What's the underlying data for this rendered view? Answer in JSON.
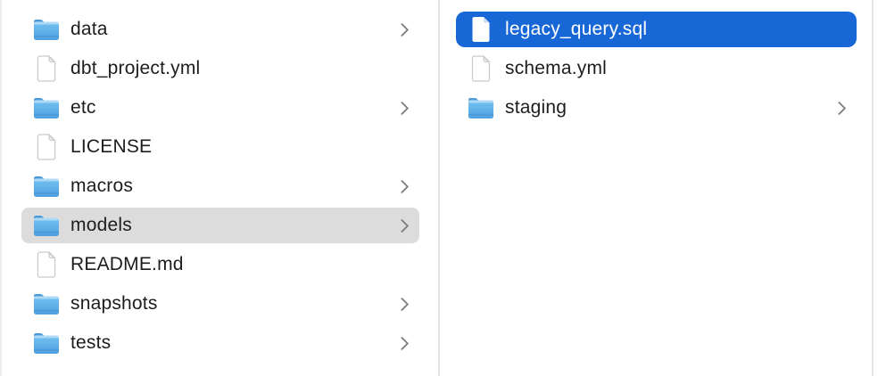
{
  "app": "finder-column-browser",
  "colors": {
    "background": "#ffffff",
    "divider": "#e6e6e6",
    "selection_active_blue": "#1767d6",
    "selection_inactive_gray": "#dcdcdc",
    "text": "#1d1d1f",
    "text_selected": "#ffffff",
    "chevron": "#7d7d7d",
    "folder_blue_top": "#8ccbf2",
    "folder_blue_bottom": "#4da1df"
  },
  "icons": {
    "folder": "folder-icon",
    "file": "file-icon",
    "chevron": "chevron-right-icon"
  },
  "columns": [
    {
      "name": "parent-directory-column",
      "items": [
        {
          "label": "data",
          "icon": "folder",
          "chevron": true,
          "selected": false,
          "selection_style": null
        },
        {
          "label": "dbt_project.yml",
          "icon": "file",
          "chevron": false,
          "selected": false,
          "selection_style": null
        },
        {
          "label": "etc",
          "icon": "folder",
          "chevron": true,
          "selected": false,
          "selection_style": null
        },
        {
          "label": "LICENSE",
          "icon": "file",
          "chevron": false,
          "selected": false,
          "selection_style": null
        },
        {
          "label": "macros",
          "icon": "folder",
          "chevron": true,
          "selected": false,
          "selection_style": null
        },
        {
          "label": "models",
          "icon": "folder",
          "chevron": true,
          "selected": true,
          "selection_style": "inactive-gray"
        },
        {
          "label": "README.md",
          "icon": "file",
          "chevron": false,
          "selected": false,
          "selection_style": null
        },
        {
          "label": "snapshots",
          "icon": "folder",
          "chevron": true,
          "selected": false,
          "selection_style": null
        },
        {
          "label": "tests",
          "icon": "folder",
          "chevron": true,
          "selected": false,
          "selection_style": null
        }
      ]
    },
    {
      "name": "models-directory-column",
      "items": [
        {
          "label": "legacy_query.sql",
          "icon": "file",
          "chevron": false,
          "selected": true,
          "selection_style": "active-blue"
        },
        {
          "label": "schema.yml",
          "icon": "file",
          "chevron": false,
          "selected": false,
          "selection_style": null
        },
        {
          "label": "staging",
          "icon": "folder",
          "chevron": true,
          "selected": false,
          "selection_style": null
        }
      ]
    }
  ]
}
